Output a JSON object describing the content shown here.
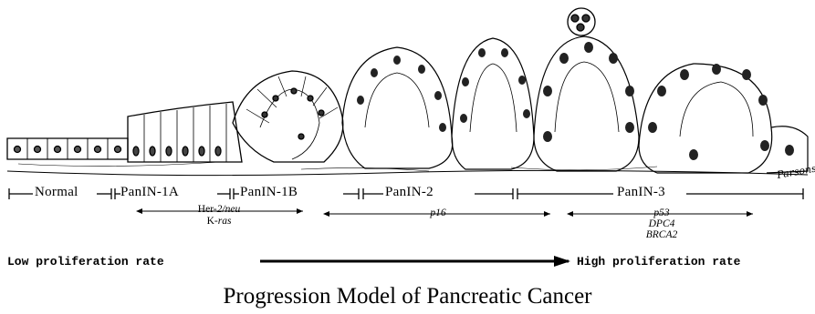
{
  "stages": {
    "normal": "Normal",
    "panin_1a": "PanIN-1A",
    "panin_1b": "PanIN-1B",
    "panin_2": "PanIN-2",
    "panin_3": "PanIN-3"
  },
  "genes": {
    "her2_prefix": "Her-",
    "her2_suffix": "2/neu",
    "kras_prefix": "K-",
    "kras_suffix": "ras",
    "p16": "p16",
    "p53": "p53",
    "dpc4": "DPC4",
    "brca2": "BRCA2"
  },
  "proliferation": {
    "low": "Low proliferation rate",
    "high": "High proliferation rate"
  },
  "signature": "Parsons",
  "title": "Progression Model of Pancreatic Cancer"
}
